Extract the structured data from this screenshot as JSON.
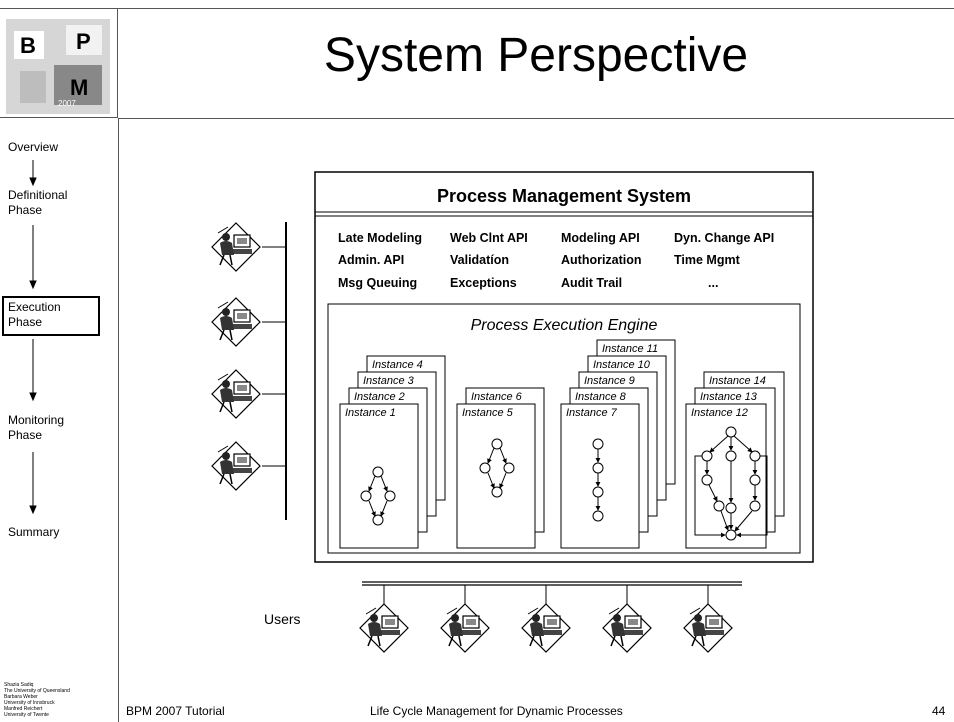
{
  "logo": {
    "letters": [
      "B",
      "P",
      "M"
    ],
    "year": "2007"
  },
  "title": "System Perspective",
  "nav": {
    "items": [
      "Overview",
      "Definitional Phase",
      "Execution Phase",
      "Monitoring Phase",
      "Summary"
    ],
    "active": "Execution Phase"
  },
  "authors": [
    "Shazia Sadiq",
    "The University of Queensland",
    "Barbara Weber",
    "University of Innsbruck",
    "Manfred Reichert",
    "University of Twente"
  ],
  "diagram": {
    "pms_title": "Process Management System",
    "apis": [
      [
        "Late Modeling",
        "Web Clnt API",
        "Modeling API",
        "Dyn. Change API"
      ],
      [
        "Admin. API",
        "Validatíon",
        "Authorization",
        "Time Mgmt"
      ],
      [
        "Msg Queuing",
        "Exceptions",
        "Audit Trail",
        "..."
      ]
    ],
    "engine_title": "Process Execution Engine",
    "stacks": [
      [
        "Instance 1",
        "Instance 2",
        "Instance 3",
        "Instance 4"
      ],
      [
        "Instance 5",
        "Instance 6"
      ],
      [
        "Instance 7",
        "Instance 8",
        "Instance 9",
        "Instance 10",
        "Instance 11"
      ],
      [
        "Instance 12",
        "Instance 13",
        "Instance 14"
      ]
    ],
    "users_label": "Users"
  },
  "footer": {
    "left": "BPM 2007 Tutorial",
    "center": "Life Cycle Management for Dynamic Processes",
    "page": "44"
  },
  "icons": [
    "bpm-logo",
    "workstation-user-icon"
  ]
}
